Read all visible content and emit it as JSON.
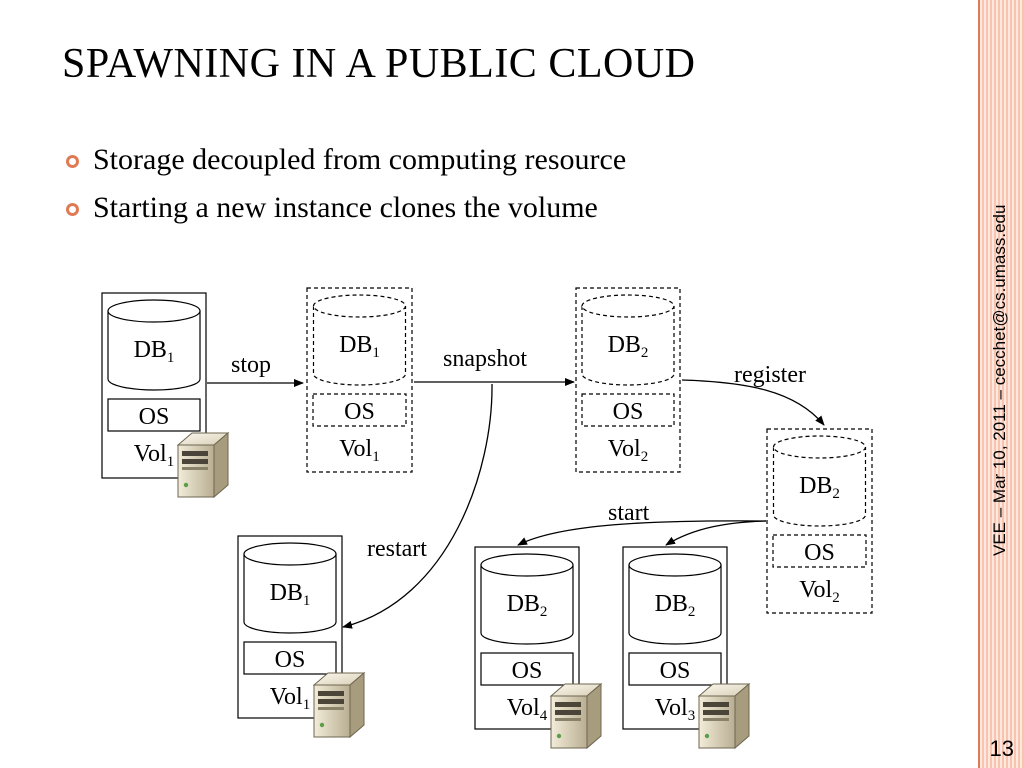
{
  "slide": {
    "title": "SPAWNING IN A PUBLIC CLOUD",
    "bullets": [
      "Storage decoupled from computing resource",
      "Starting a new instance clones the volume"
    ],
    "side_label": "VEE – Mar 10, 2011 – cecchet@cs.umass.edu",
    "page_number": "13"
  },
  "diagram": {
    "volumes": [
      {
        "id": "vol-top-1",
        "db": "DB",
        "db_sub": "1",
        "os": "OS",
        "vol": "Vol",
        "vol_sub": "1",
        "style": "solid",
        "server": true
      },
      {
        "id": "vol-top-2",
        "db": "DB",
        "db_sub": "1",
        "os": "OS",
        "vol": "Vol",
        "vol_sub": "1",
        "style": "dashed",
        "server": false
      },
      {
        "id": "vol-top-3",
        "db": "DB",
        "db_sub": "2",
        "os": "OS",
        "vol": "Vol",
        "vol_sub": "2",
        "style": "dashed",
        "server": false
      },
      {
        "id": "vol-right",
        "db": "DB",
        "db_sub": "2",
        "os": "OS",
        "vol": "Vol",
        "vol_sub": "2",
        "style": "dashed",
        "server": false
      },
      {
        "id": "vol-restart",
        "db": "DB",
        "db_sub": "1",
        "os": "OS",
        "vol": "Vol",
        "vol_sub": "1",
        "style": "solid",
        "server": true
      },
      {
        "id": "vol-start-4",
        "db": "DB",
        "db_sub": "2",
        "os": "OS",
        "vol": "Vol",
        "vol_sub": "4",
        "style": "solid",
        "server": true
      },
      {
        "id": "vol-start-3",
        "db": "DB",
        "db_sub": "2",
        "os": "OS",
        "vol": "Vol",
        "vol_sub": "3",
        "style": "solid",
        "server": true
      }
    ],
    "edges": [
      {
        "label": "stop"
      },
      {
        "label": "snapshot"
      },
      {
        "label": "register"
      },
      {
        "label": "start"
      },
      {
        "label": "restart"
      }
    ]
  }
}
